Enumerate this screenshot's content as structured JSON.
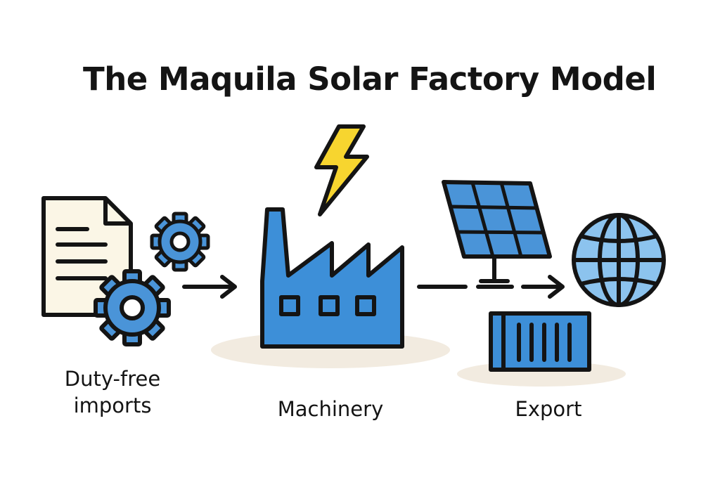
{
  "diagram": {
    "title": "The Maquila Solar Factory Model",
    "stages": [
      {
        "label_lines": [
          "Duty-free",
          "imports"
        ]
      },
      {
        "label": "Machinery"
      },
      {
        "label": "Export"
      }
    ]
  },
  "colors": {
    "outline": "#141414",
    "blue": "#3d8fd8",
    "light_blue": "#8cc3ee",
    "yellow": "#f7d52f",
    "document_fill": "#fbf6e6",
    "ground_shadow": "#f2ebe0"
  },
  "icons": [
    "document-icon",
    "gear-icon",
    "lightning-bolt-icon",
    "factory-icon",
    "solar-panel-icon",
    "globe-icon",
    "shipping-container-icon",
    "arrow-icon"
  ]
}
